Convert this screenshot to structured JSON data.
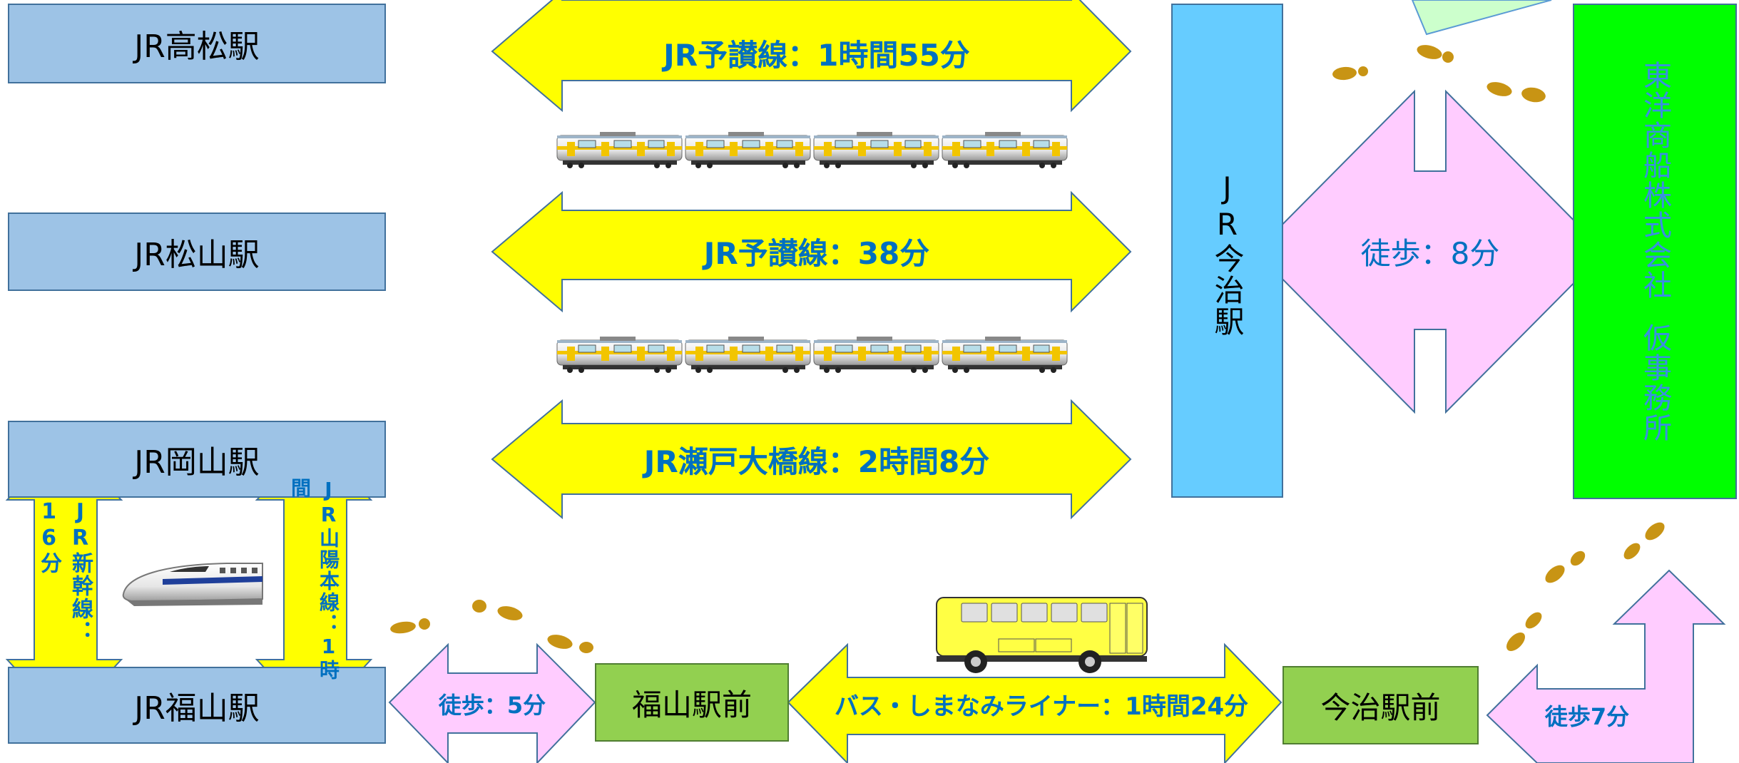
{
  "stations": {
    "takamatsu": "JR高松駅",
    "matsuyama": "JR松山駅",
    "okayama": "JR岡山駅",
    "fukuyama": "JR福山駅",
    "imabari": "JR今治駅"
  },
  "bus_stops": {
    "fukuyama_ekimae": "福山駅前",
    "imabari_ekimae": "今治駅前"
  },
  "destination": {
    "line1": "東洋商船株式会社",
    "line2": "仮事務所"
  },
  "routes": {
    "yosan_takamatsu": "JR予讃線：1時間55分",
    "yosan_matsuyama": "JR予讃線：38分",
    "seto_ohashi": "JR瀬戸大橋線：2時間8分",
    "shinkansen": "JR新幹線：16分",
    "sanyo": "JR山陽本線：1時間",
    "walk_imabari": "徒歩：8分",
    "walk_fukuyama": "徒歩：5分",
    "bus": "バス・しまなみライナー：1時間24分",
    "walk_office": "徒歩7分"
  },
  "colors": {
    "yellow_arrow": "#ffff00",
    "pink_arrow": "#ffccff",
    "route_text": "#0070c0",
    "station_fill": "#9dc3e6",
    "imabari_fill": "#66ccff",
    "office_fill": "#00ff00",
    "bus_stop_fill": "#92d050"
  },
  "icons": [
    "train-icon",
    "shinkansen-icon",
    "bus-icon",
    "footprints-icon"
  ]
}
